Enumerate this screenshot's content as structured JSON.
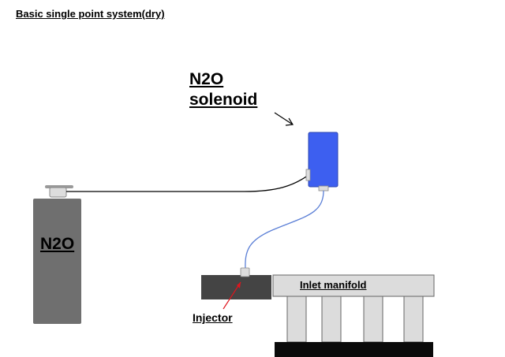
{
  "title": "Basic single point system(dry)",
  "solenoid": {
    "label_line1": "N2O",
    "label_line2": "solenoid",
    "color": "#3d5ff0"
  },
  "tank": {
    "label": "N2O",
    "color": "#6f6f6f"
  },
  "injector": {
    "label": "Injector",
    "color": "#444444",
    "arrow_color": "#e0141d"
  },
  "manifold": {
    "label": "Inlet manifold",
    "color": "#dcdcdc"
  },
  "line_colors": {
    "supply": "#000000",
    "feed": "#5b7fd6"
  },
  "icons": {
    "pointer": "arrow-icon"
  }
}
